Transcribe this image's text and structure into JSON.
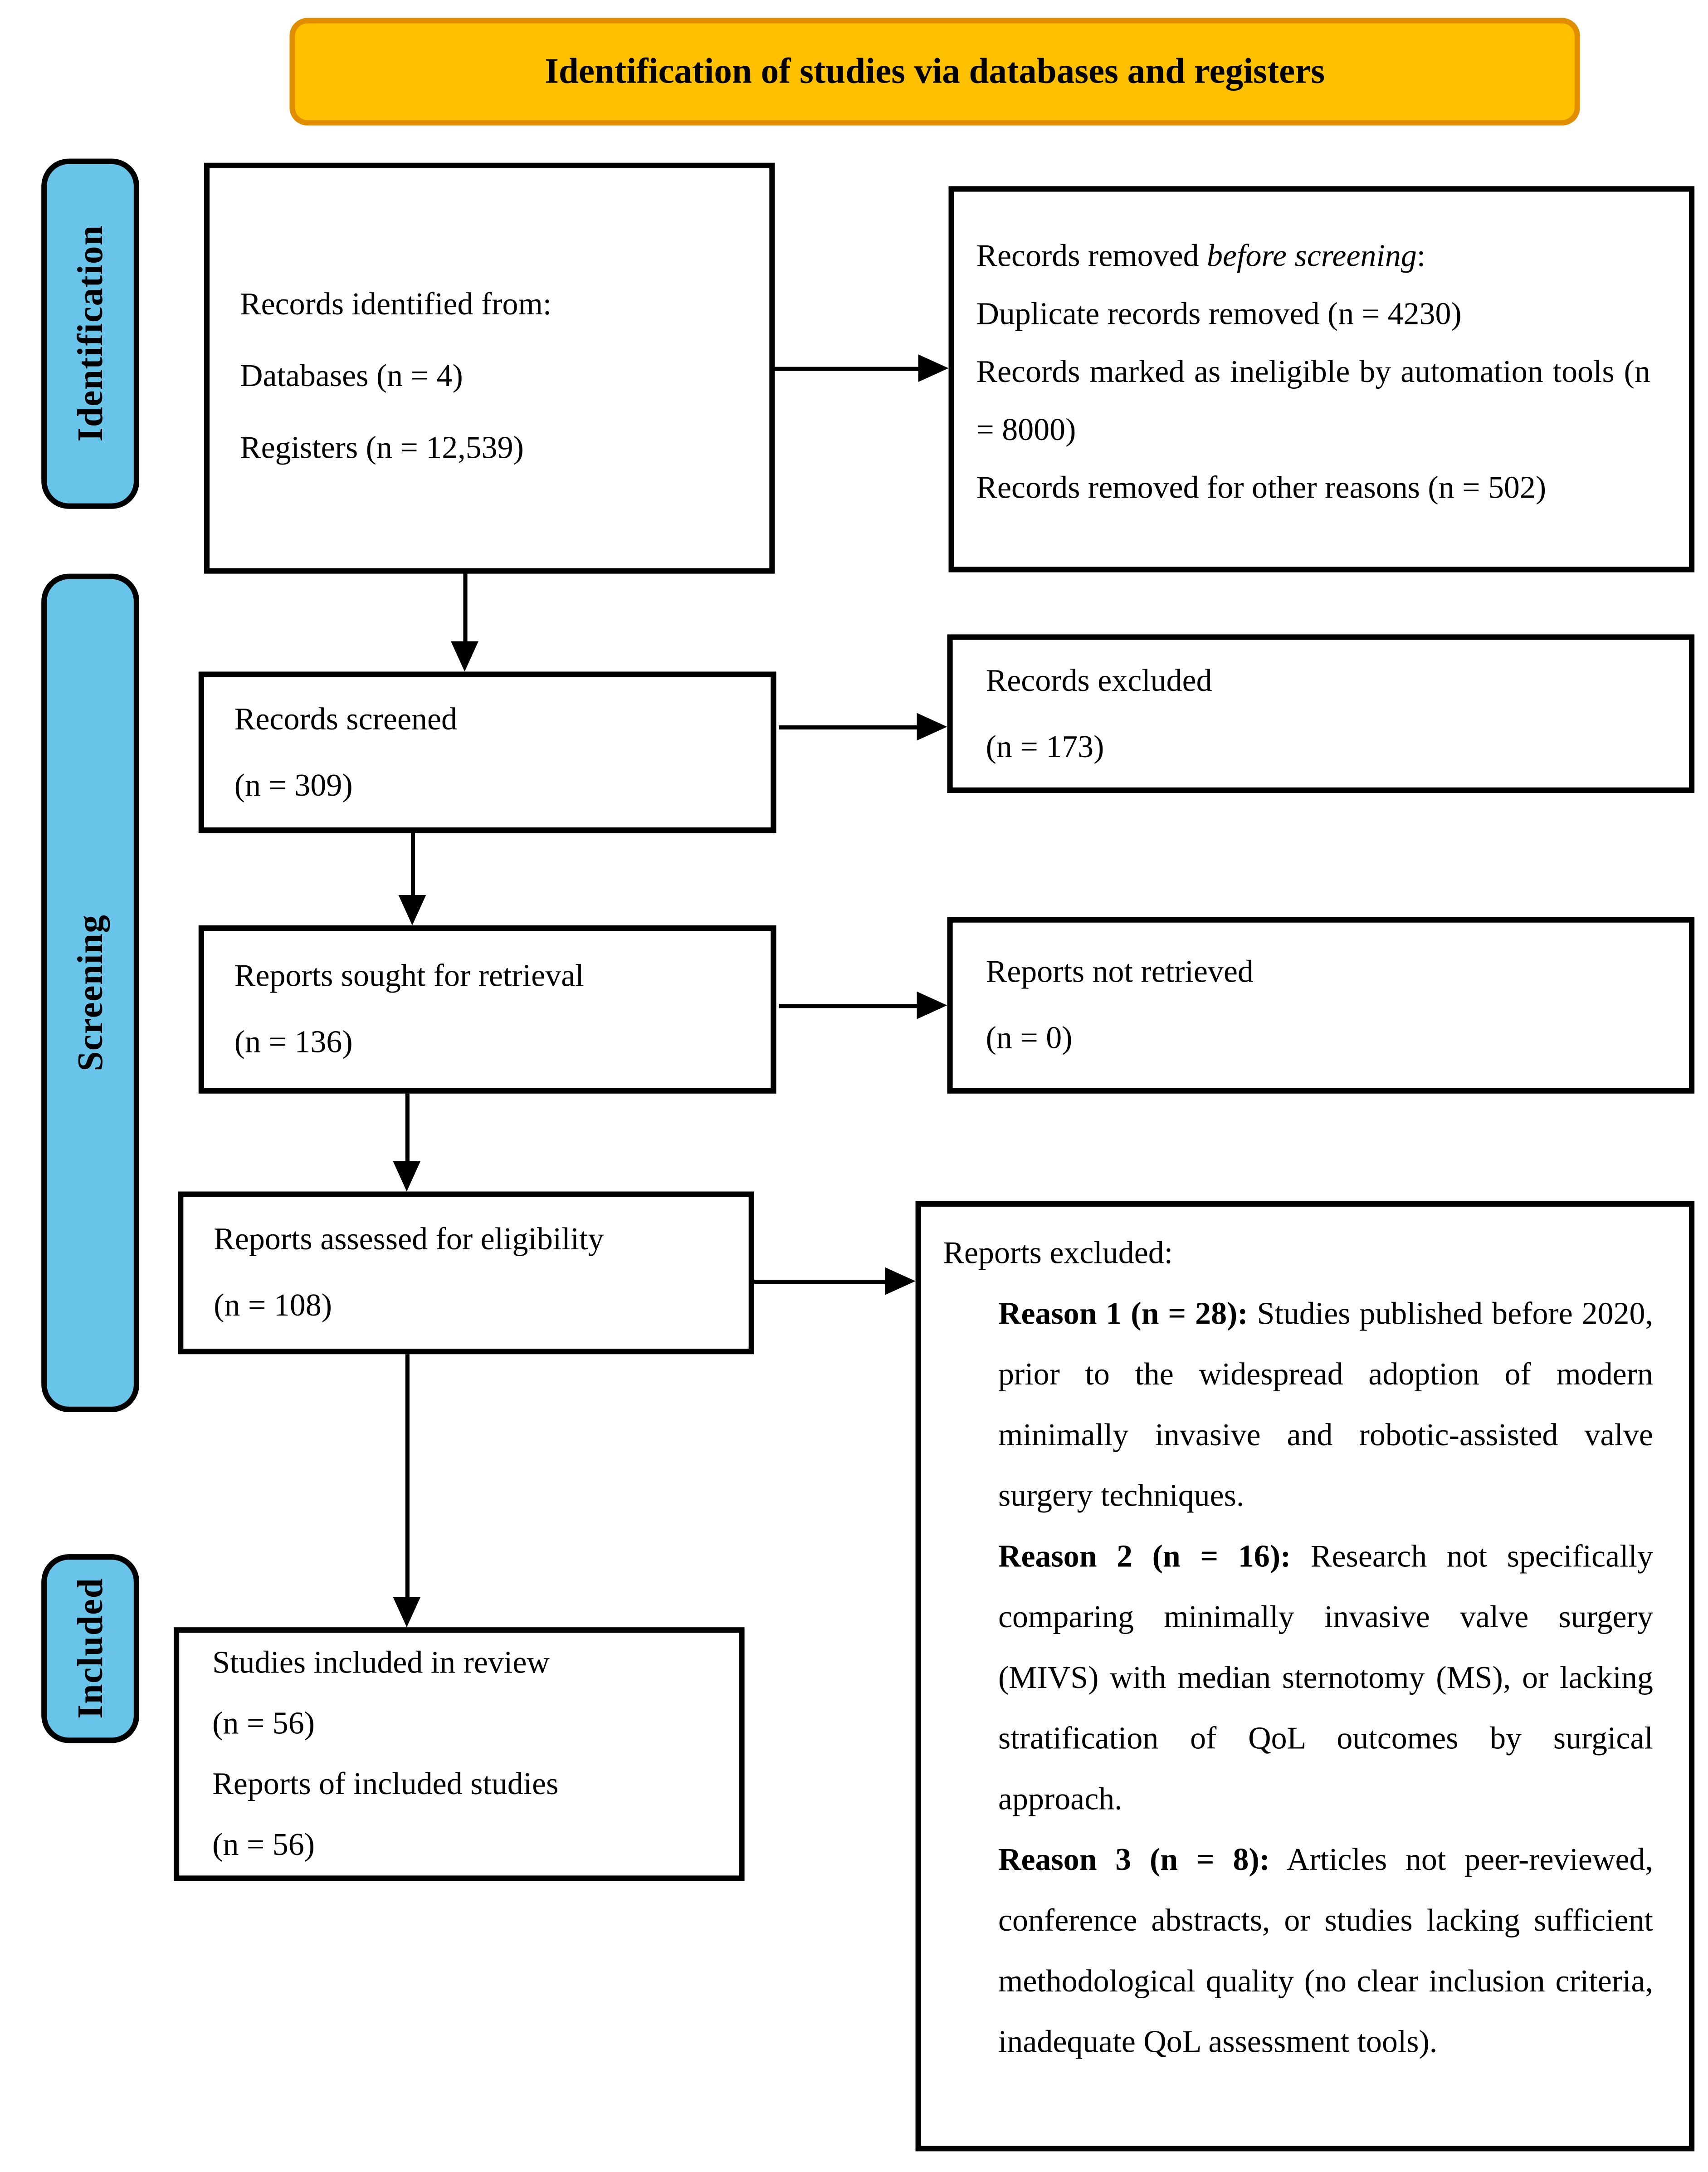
{
  "banner": {
    "title": "Identification of studies via databases and registers"
  },
  "stage_labels": {
    "identification": "Identification",
    "screening": "Screening",
    "included": "Included"
  },
  "colors": {
    "banner_fill": "#FFC000",
    "banner_border": "#E08E00",
    "stage_label_fill": "#69C4E9",
    "box_border": "#000000"
  },
  "boxes": {
    "records_identified": {
      "line1": "Records identified from:",
      "line2": "Databases (n = 4)",
      "line3": "Registers (n = 12,539)"
    },
    "records_removed": {
      "heading_prefix": "Records removed ",
      "heading_italic": "before screening",
      "heading_suffix": ":",
      "item1": "Duplicate records removed (n = 4230)",
      "item2": "Records marked as ineligible by automation tools (n = 8000)",
      "item3": "Records removed for other reasons (n = 502)"
    },
    "records_screened": {
      "line1": "Records screened",
      "line2": "(n = 309)"
    },
    "records_excluded": {
      "line1": "Records excluded",
      "line2": "(n = 173)"
    },
    "reports_sought": {
      "line1": "Reports sought for retrieval",
      "line2": "(n = 136)"
    },
    "reports_not_retrieved": {
      "line1": "Reports not retrieved",
      "line2": "(n = 0)"
    },
    "reports_assessed": {
      "line1": "Reports assessed for eligibility",
      "line2": "(n = 108)"
    },
    "reports_excluded": {
      "heading": "Reports excluded:",
      "reasons": [
        {
          "label": "Reason 1 (n = 28):",
          "text": " Studies published before 2020, prior to the widespread adoption of modern minimally invasive and robotic-assisted valve surgery techniques."
        },
        {
          "label": "Reason 2 (n = 16):",
          "text": " Research not specifically comparing minimally invasive valve surgery (MIVS) with median sternotomy (MS), or lacking stratification of QoL outcomes by surgical approach."
        },
        {
          "label": "Reason 3 (n = 8):",
          "text": " Articles not peer-reviewed, conference abstracts, or studies lacking sufficient methodological quality (no clear inclusion criteria, inadequate QoL assessment tools)."
        }
      ]
    },
    "studies_included": {
      "line1": "Studies included in review",
      "line2": "(n = 56)",
      "line3": "Reports of included studies",
      "line4": "(n = 56)"
    }
  }
}
